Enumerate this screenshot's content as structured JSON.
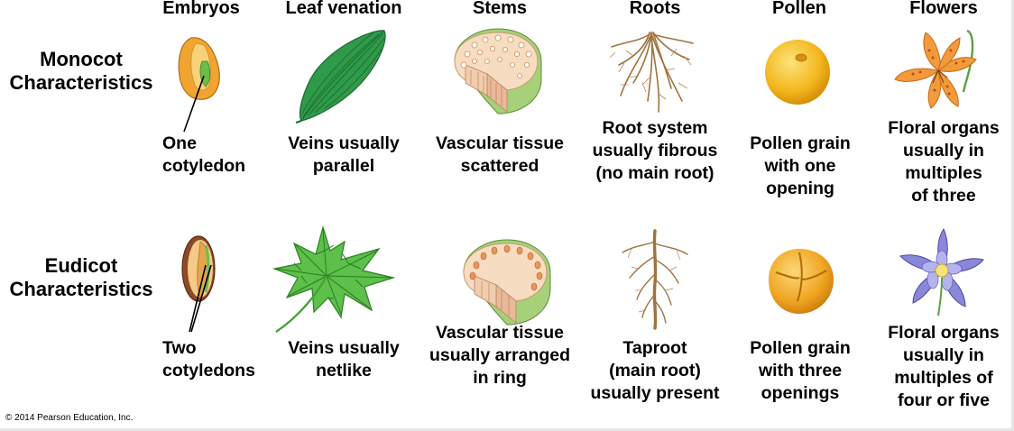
{
  "columns": [
    "Embryos",
    "Leaf venation",
    "Stems",
    "Roots",
    "Pollen",
    "Flowers"
  ],
  "rows": [
    {
      "label": [
        "Monocot",
        "Characteristics"
      ],
      "captions": [
        [
          "One",
          "cotyledon"
        ],
        [
          "Veins usually",
          "parallel"
        ],
        [
          "Vascular tissue",
          "scattered"
        ],
        [
          "Root system",
          "usually fibrous",
          "(no main root)"
        ],
        [
          "Pollen grain",
          "with one",
          "opening"
        ],
        [
          "Floral organs",
          "usually in",
          "multiples",
          "of three"
        ]
      ]
    },
    {
      "label": [
        "Eudicot",
        "Characteristics"
      ],
      "captions": [
        [
          "Two",
          "cotyledons"
        ],
        [
          "Veins usually",
          "netlike"
        ],
        [
          "Vascular tissue",
          "usually arranged",
          "in ring"
        ],
        [
          "Taproot",
          "(main root)",
          "usually present"
        ],
        [
          "Pollen grain",
          "with three",
          "openings"
        ],
        [
          "Floral organs",
          "usually in",
          "multiples of",
          "four or five"
        ]
      ]
    }
  ],
  "copyright": "© 2014 Pearson Education, Inc."
}
